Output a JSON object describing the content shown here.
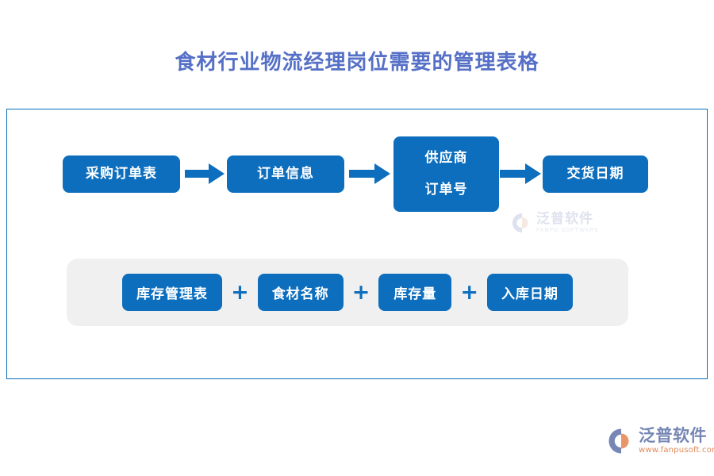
{
  "page": {
    "title": "食材行业物流经理岗位需要的管理表格",
    "title_color": "#5570c6",
    "node_color": "#0d6ebd",
    "frame_border_color": "#0b6cb8",
    "panel_bg_color": "#f0f0f0",
    "plus_color": "#0d6ebd"
  },
  "flow": {
    "nodes": [
      {
        "id": "purchase-order-table",
        "label": "采购订单表"
      },
      {
        "id": "order-info",
        "label": "订单信息"
      },
      {
        "id": "supplier",
        "label_line1": "供应商",
        "label_line2": "订单号"
      },
      {
        "id": "delivery-date",
        "label": "交货日期"
      }
    ],
    "arrows": [
      {
        "id": "arrow-purchase-to-orderinfo",
        "icon": "arrow-right-icon"
      },
      {
        "id": "arrow-orderinfo-to-supplier",
        "icon": "arrow-right-icon"
      },
      {
        "id": "arrow-supplier-to-delivery",
        "icon": "arrow-right-icon"
      }
    ]
  },
  "combo": {
    "plus": "+",
    "items": [
      {
        "id": "inventory-table",
        "label": "库存管理表"
      },
      {
        "id": "ingredient-name",
        "label": "食材名称"
      },
      {
        "id": "stock-quantity",
        "label": "库存量"
      },
      {
        "id": "stock-in-date",
        "label": "入库日期"
      }
    ]
  },
  "watermark": {
    "cn": "泛普软件",
    "en": "FANPU SOFTWARE"
  },
  "brand": {
    "cn": "泛普软件",
    "url": "www.fanpusoft.com",
    "mark_blue": "#7687b5",
    "mark_orange": "#e8956a"
  }
}
